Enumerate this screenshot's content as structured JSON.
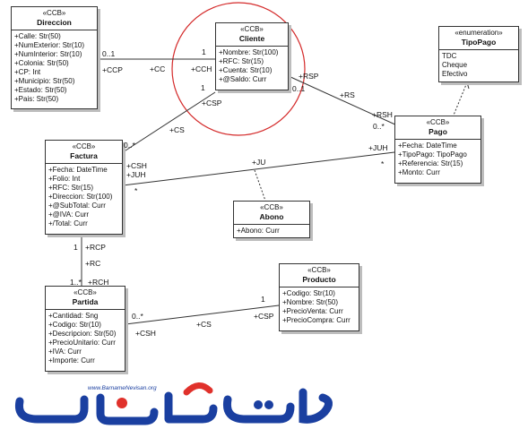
{
  "classes": {
    "direccion": {
      "stereotype": "«CCB»",
      "name": "Direccion",
      "attributes": [
        "+Calle: Str(50)",
        "+NumExterior: Str(10)",
        "+NumInterior: Str(10)",
        "+Colonia: Str(50)",
        "+CP: Int",
        "+Municipio: Str(50)",
        "+Estado: Str(50)",
        "+Pais: Str(50)"
      ]
    },
    "cliente": {
      "stereotype": "«CCB»",
      "name": "Cliente",
      "attributes": [
        "+Nombre: Str(100)",
        "+RFC: Str(15)",
        "+Cuenta: Str(10)",
        "+@Saldo: Curr"
      ]
    },
    "tipopago": {
      "stereotype": "«enumeration»",
      "name": "TipoPago",
      "attributes": [
        "TDC",
        "Cheque",
        "Efectivo"
      ]
    },
    "pago": {
      "stereotype": "«CCB»",
      "name": "Pago",
      "attributes": [
        "+Fecha: DateTime",
        "+TipoPago: TipoPago",
        "+Referencia: Str(15)",
        "+Monto: Curr"
      ]
    },
    "factura": {
      "stereotype": "«CCB»",
      "name": "Factura",
      "attributes": [
        "+Fecha: DateTime",
        "+Folio: Int",
        "+RFC: Str(15)",
        "+Direccion: Str(100)",
        "+@SubTotal: Curr",
        "+@IVA: Curr",
        "+/Total: Curr"
      ]
    },
    "abono": {
      "stereotype": "«CCB»",
      "name": "Abono",
      "attributes": [
        "+Abono: Curr"
      ]
    },
    "partida": {
      "stereotype": "«CCB»",
      "name": "Partida",
      "attributes": [
        "+Cantidad: Sng",
        "+Codigo: Str(10)",
        "+Descripcion: Str(50)",
        "+PrecioUnitario: Curr",
        "+IVA: Curr",
        "+Importe: Curr"
      ]
    },
    "producto": {
      "stereotype": "«CCB»",
      "name": "Producto",
      "attributes": [
        "+Codigo: Str(10)",
        "+Nombre: Str(50)",
        "+PrecioVenta: Curr",
        "+PrecioCompra: Curr"
      ]
    }
  },
  "associations": {
    "dir_cli": {
      "mult_dir": "0..1",
      "mult_cli": "1",
      "role_dir": "+CCP",
      "role_mid": "+CC",
      "role_cli": "+CCH"
    },
    "cli_pago": {
      "mult_cli": "0..1",
      "mult_pago": "0..*",
      "role_cli": "+RSP",
      "role_mid": "+RS",
      "role_pago": "+RSH"
    },
    "cli_fact": {
      "mult_cli": "1",
      "mult_fact": "0..*",
      "role_cli": "+CSP",
      "role_mid": "+CS",
      "role_fact": "+CSH"
    },
    "fact_pago": {
      "role_fact": "+JUH",
      "role_mid": "+JU",
      "role_pago": "+JUH",
      "mult_fact": "*",
      "mult_pago": "*"
    },
    "fact_part": {
      "mult_fact": "1",
      "mult_part": "1..*",
      "role_fact": "+RCP",
      "role_mid": "+RC",
      "role_part": "+RCH"
    },
    "part_prod": {
      "mult_part": "0..*",
      "mult_prod": "1",
      "role_part": "+CSH",
      "role_mid": "+CS",
      "role_prod": "+CSP"
    }
  },
  "logo": {
    "url_text": "www.BarnameNevisan.org",
    "brand_color": "#1a3fa0",
    "accent_color": "#e0312b"
  },
  "colors": {
    "highlight_circle": "#d42a2a",
    "line": "#333333",
    "shadow": "#bdbdbd"
  }
}
